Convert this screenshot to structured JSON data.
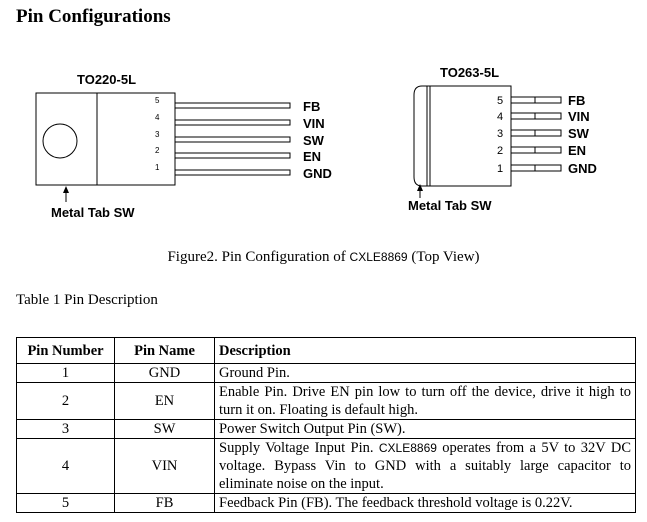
{
  "heading": "Pin Configurations",
  "figure": {
    "to220": {
      "title": "TO220-5L",
      "pin_numbers": [
        "5",
        "4",
        "3",
        "2",
        "1"
      ],
      "pin_names": [
        "FB",
        "VIN",
        "SW",
        "EN",
        "GND"
      ],
      "tab_label": "Metal Tab SW"
    },
    "to263": {
      "title": "TO263-5L",
      "pin_numbers": [
        "5",
        "4",
        "3",
        "2",
        "1"
      ],
      "pin_names": [
        "FB",
        "VIN",
        "SW",
        "EN",
        "GND"
      ],
      "tab_label": "Metal Tab SW"
    },
    "caption_prefix": "Figure2. Pin Configuration of ",
    "caption_chip": "CXLE8869",
    "caption_suffix": " (Top View)"
  },
  "table": {
    "title": "Table 1 Pin Description",
    "headers": [
      "Pin Number",
      "Pin Name",
      "Description"
    ],
    "rows": [
      {
        "number": "1",
        "name": "GND",
        "description": "Ground Pin."
      },
      {
        "number": "2",
        "name": "EN",
        "description": "Enable Pin. Drive EN pin low to turn off the device, drive it high to turn it on. Floating is default high."
      },
      {
        "number": "3",
        "name": "SW",
        "description": "Power Switch Output Pin (SW)."
      },
      {
        "number": "4",
        "name": "VIN",
        "description_prefix": "Supply Voltage Input Pin. ",
        "description_chip": "CXLE8869",
        "description_suffix": " operates from a 5V to 32V DC voltage. Bypass Vin to GND with a suitably large capacitor to eliminate noise on the input."
      },
      {
        "number": "5",
        "name": "FB",
        "description": "Feedback Pin (FB). The feedback threshold voltage is 0.22V."
      }
    ]
  }
}
